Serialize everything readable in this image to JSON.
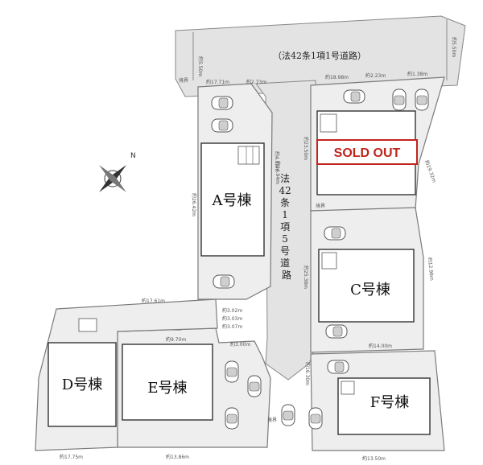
{
  "road_north": {
    "label": "（法42条1項1号道路）",
    "left_width": "約5.50m",
    "right_width": "約5.50m"
  },
  "road_private": {
    "label": "法42条1項5号道路",
    "width": "約4.50m"
  },
  "sold_out": {
    "text": "SOLD OUT"
  },
  "lots": {
    "a": {
      "label": "A号棟"
    },
    "c": {
      "label": "C号棟"
    },
    "d": {
      "label": "D号棟"
    },
    "e": {
      "label": "E号棟"
    },
    "f": {
      "label": "F号棟"
    }
  },
  "boundary_marks": {
    "left": "境界",
    "right": "境界",
    "bottom": "境界"
  },
  "compass": {
    "north": "N"
  },
  "dims": {
    "top_a": "約17.71m",
    "top_a2": "約2.73m",
    "top_b": "約18.98m",
    "top_b2": "約2.23m",
    "top_b3": "約1.38m",
    "a_left": "約26.42m",
    "a_right": "約24.94m",
    "c_left": "約23.50m",
    "c_mid": "約25.38m",
    "d_top": "約17.61m",
    "e_top": "約9.70m",
    "de_div": "約3.02m",
    "de_div2": "約3.03m",
    "de_div3": "約3.07m",
    "ef_mid": "約3.00m",
    "c_bot": "約14.00m",
    "f_top": "約16.30m",
    "bot_d": "約17.75m",
    "bot_e": "約13.86m",
    "bot_f": "約13.50m",
    "right_1": "約19.32m",
    "right_2": "約12.98m"
  },
  "colors": {
    "road": "#e4e4e4",
    "lot": "#eeeeee",
    "line": "#7a7a7a",
    "sold": "#c0241b"
  }
}
